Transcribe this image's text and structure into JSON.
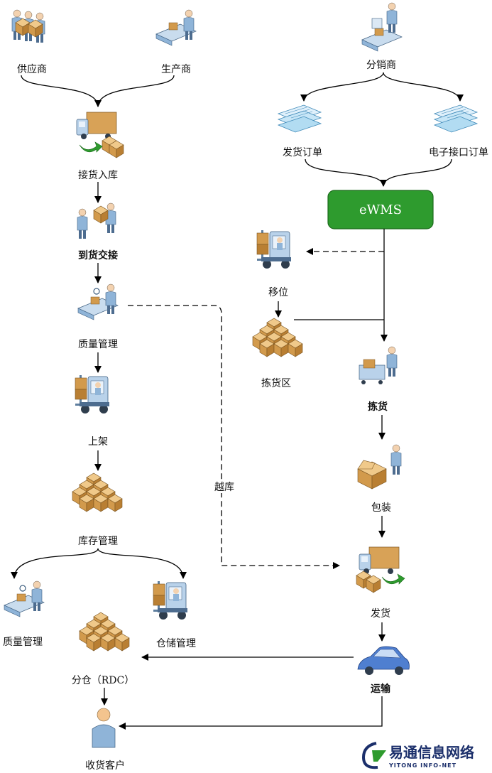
{
  "nodes": {
    "supplier": "供应商",
    "producer": "生产商",
    "receiving": "接货入库",
    "arrival_handover": "到货交接",
    "quality_mgmt": "质量管理",
    "shelving": "上架",
    "inventory_mgmt": "库存管理",
    "quality_mgmt_2": "质量管理",
    "storage_mgmt": "仓储管理",
    "rdc": "分仓（RDC）",
    "customer": "收货客户",
    "distributor": "分销商",
    "shipping_order": "发货订单",
    "edi_order": "电子接口订单",
    "ewms": "eWMS",
    "move": "移位",
    "picking_area": "拣货区",
    "picking": "拣货",
    "packing": "包装",
    "ship": "发货",
    "transport": "运输"
  },
  "edges": {
    "cross_dock": "越库"
  },
  "logo": {
    "cn": "易通信息网络",
    "en": "YITONG INFO-NET"
  },
  "colors": {
    "ewms_fill": "#2e9b2e",
    "box": "#d9a65a",
    "person_blue": "#8fb4d8",
    "logo": "#1b2f6b"
  }
}
